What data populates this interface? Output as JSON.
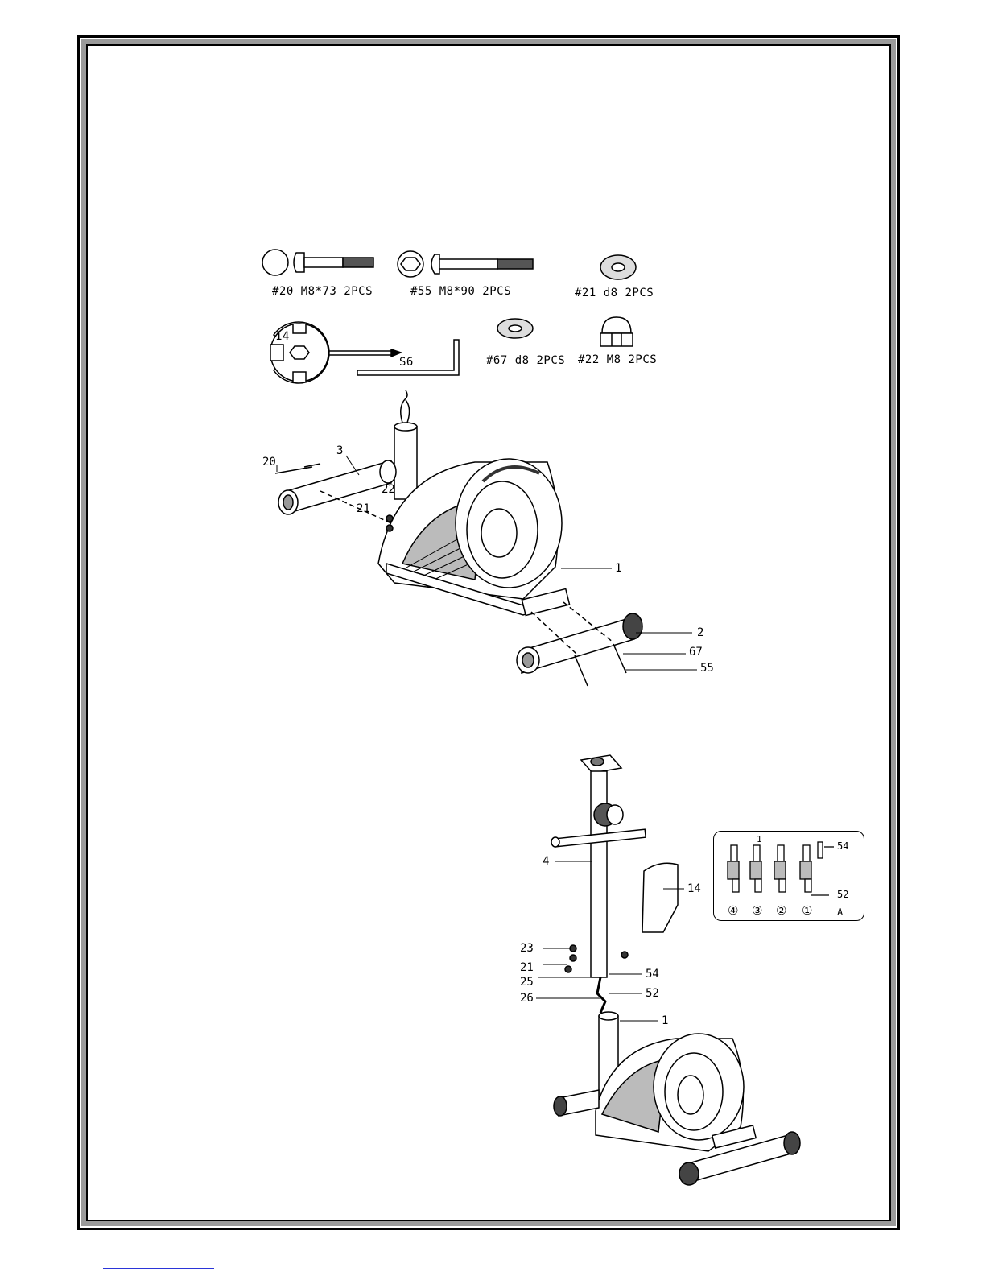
{
  "hardware": {
    "bolt20": "#20 M8*73 2PCS",
    "bolt55": "#55 M8*90 2PCS",
    "washer21": "#21 d8 2PCS",
    "tool14_num": "14",
    "tool_s6": "S6",
    "washer67": "#67 d8 2PCS",
    "nut22": "#22 M8 2PCS"
  },
  "step1": {
    "c20": "20",
    "c3": "3",
    "c22": "22",
    "c21": "21",
    "c1": "1",
    "c2": "2",
    "c67": "67",
    "c55": "55"
  },
  "step2": {
    "c4": "4",
    "c14": "14",
    "c23": "23",
    "c21": "21",
    "c25": "25",
    "c26": "26",
    "c54": "54",
    "c52": "52",
    "c1": "1"
  },
  "detail": {
    "c54": "54",
    "c52": "52",
    "c1": "1",
    "positions": [
      "④",
      "③",
      "②",
      "①"
    ],
    "label": "A"
  }
}
